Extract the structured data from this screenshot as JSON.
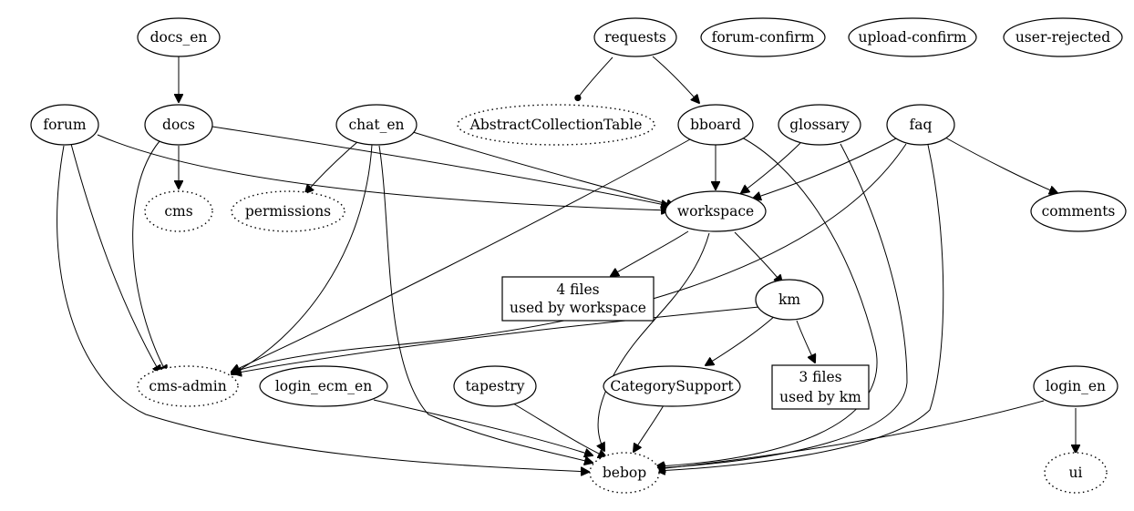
{
  "nodes": {
    "docs_en": "docs_en",
    "requests": "requests",
    "forum_confirm": "forum-confirm",
    "upload_confirm": "upload-confirm",
    "user_rejected": "user-rejected",
    "forum": "forum",
    "docs": "docs",
    "chat_en": "chat_en",
    "abstract_collection_table": "AbstractCollectionTable",
    "bboard": "bboard",
    "glossary": "glossary",
    "faq": "faq",
    "cms": "cms",
    "permissions": "permissions",
    "workspace": "workspace",
    "comments": "comments",
    "workspace_files": [
      "4 files",
      "used by workspace"
    ],
    "km": "km",
    "cms_admin": "cms-admin",
    "login_ecm_en": "login_ecm_en",
    "tapestry": "tapestry",
    "category_support": "CategorySupport",
    "km_files": [
      "3 files",
      "used by km"
    ],
    "login_en": "login_en",
    "bebop": "bebop",
    "ui": "ui"
  }
}
